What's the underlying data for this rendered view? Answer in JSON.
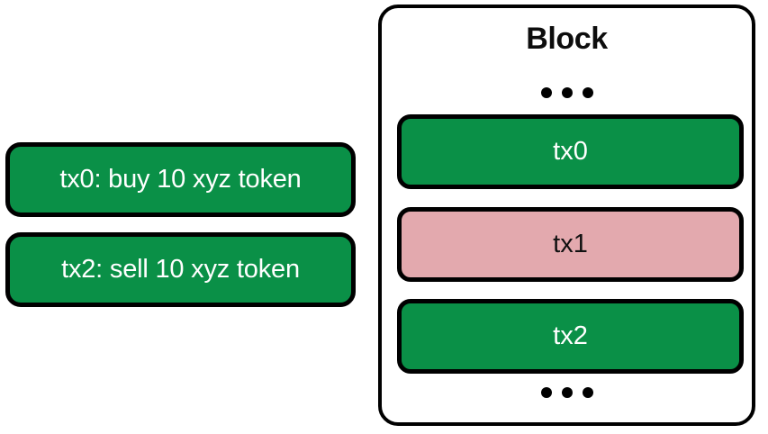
{
  "diagram": {
    "title": "Block",
    "mempool": {
      "transactions": [
        {
          "label": "tx0: buy 10 xyz token",
          "color": "#0a9047"
        },
        {
          "label": "tx2: sell 10 xyz token",
          "color": "#0a9047"
        }
      ]
    },
    "block": {
      "title": "Block",
      "ellipsis_top": "•••",
      "ellipsis_bottom": "•••",
      "transactions": [
        {
          "label": "tx0",
          "color": "#0a9047",
          "state": "included"
        },
        {
          "label": "tx1",
          "color": "#e3a9ae",
          "state": "highlighted"
        },
        {
          "label": "tx2",
          "color": "#0a9047",
          "state": "included"
        }
      ]
    },
    "colors": {
      "green": "#0a9047",
      "pink": "#e3a9ae",
      "outline": "#000000",
      "background": "#ffffff",
      "text_on_green": "#ffffff",
      "text_on_pink": "#111111"
    }
  }
}
